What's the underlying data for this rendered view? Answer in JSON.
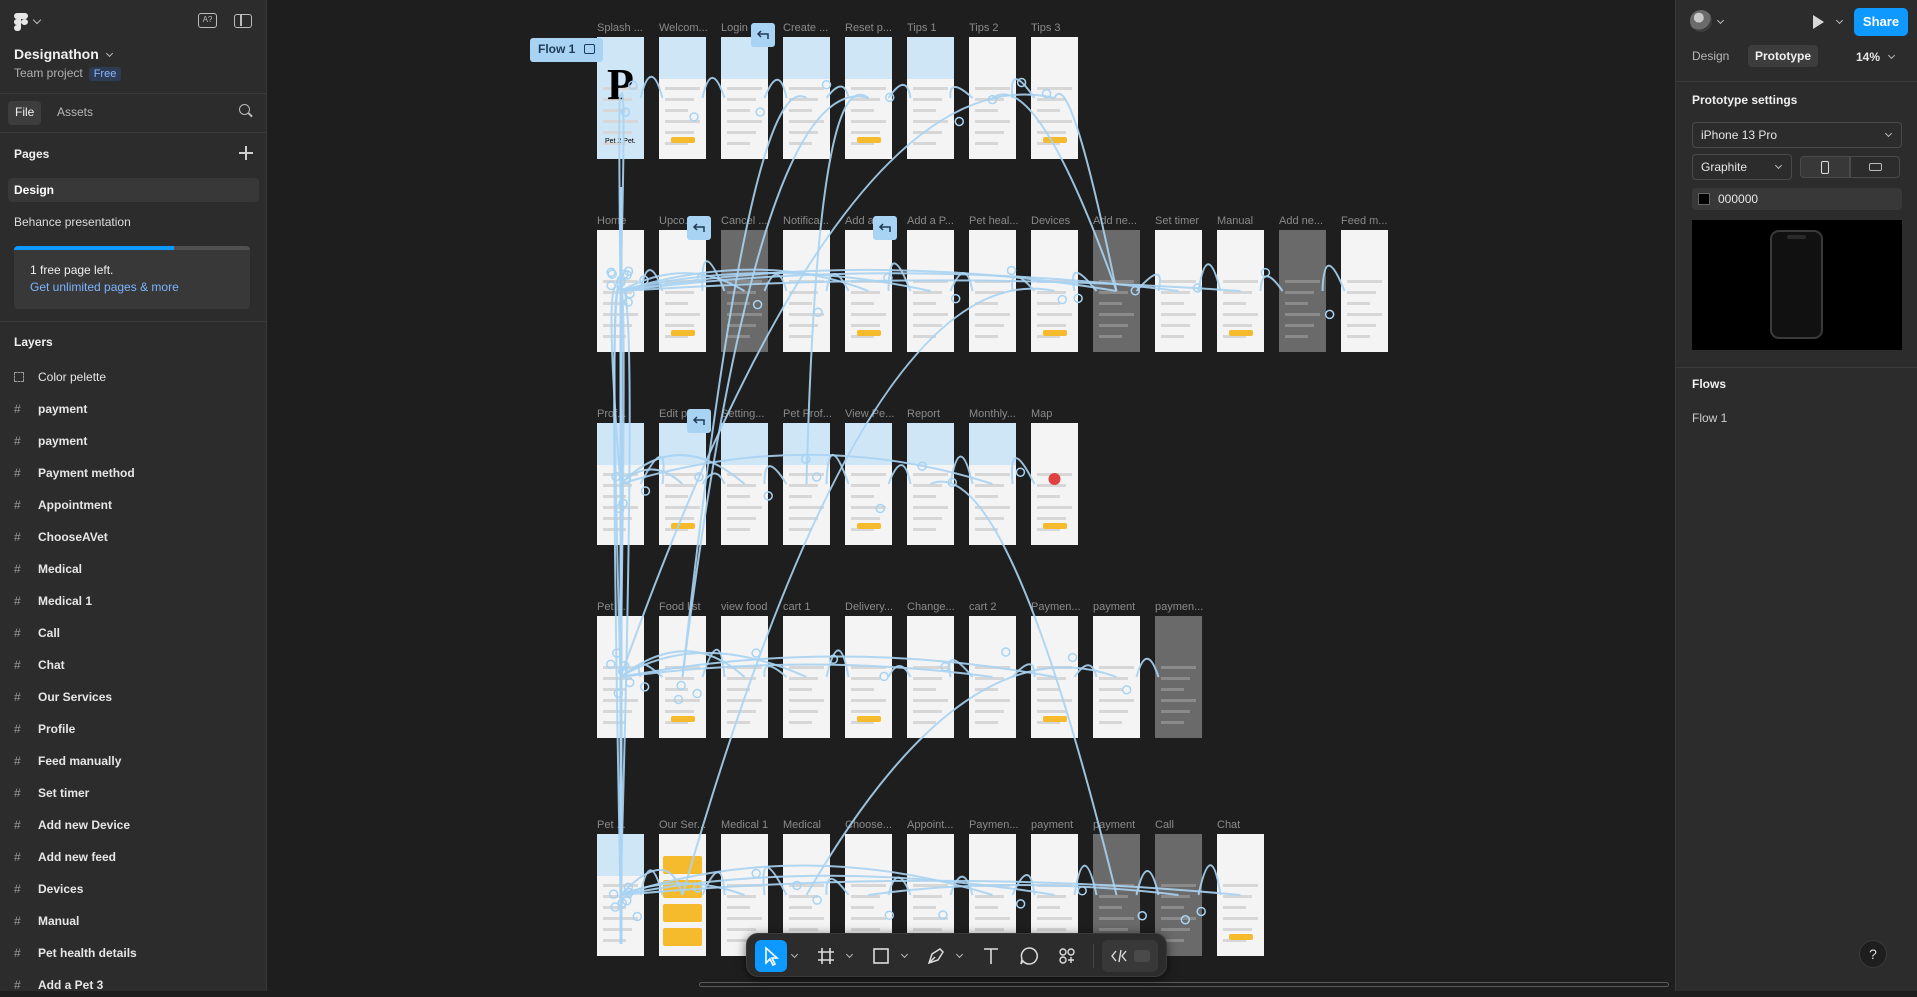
{
  "left": {
    "project_name": "Designathon",
    "team": "Team project",
    "plan_badge": "Free",
    "tabs": [
      "File",
      "Assets"
    ],
    "pages_title": "Pages",
    "pages": [
      "Design",
      "Behance presentation"
    ],
    "upsell": {
      "line1": "1 free page left.",
      "line2": "Get unlimited pages & more"
    },
    "layers_title": "Layers",
    "layers": [
      "Color pelette",
      "payment",
      "payment",
      "Payment method",
      "Appointment",
      "ChooseAVet",
      "Medical",
      "Medical 1",
      "Call",
      "Chat",
      "Our Services",
      "Profile",
      "Feed manually",
      "Set timer",
      "Add new Device",
      "Add new feed",
      "Devices",
      "Manual",
      "Pet health details",
      "Add a Pet 3"
    ]
  },
  "canvas": {
    "flow_label": "Flow 1",
    "rows": [
      {
        "labels": [
          "Splash ...",
          "Welcom...",
          "Login",
          "Create ...",
          "Reset p...",
          "Tips 1",
          "Tips 2",
          "Tips 3"
        ]
      },
      {
        "labels": [
          "Home",
          "Upco...",
          "Cancel ...",
          "Notifica...",
          "Add a...",
          "Add a P...",
          "Pet heal...",
          "Devices",
          "Add ne...",
          "Set timer",
          "Manual",
          "Add ne...",
          "Feed m..."
        ]
      },
      {
        "labels": [
          "Prof...",
          "Edit pr...",
          "Setting...",
          "Pet Prof...",
          "View Pe...",
          "Report",
          "Monthly...",
          "Map"
        ]
      },
      {
        "labels": [
          "Pet ...",
          "Food list",
          "view food",
          "cart 1",
          "Delivery...",
          "Change...",
          "cart 2",
          "Paymen...",
          "payment",
          "paymen..."
        ]
      },
      {
        "labels": [
          "Pet ...",
          "Our Ser...",
          "Medical 1",
          "Medical",
          "Choose...",
          "Appoint...",
          "Paymen...",
          "payment",
          "payment",
          "Call",
          "Chat"
        ]
      }
    ],
    "splash_text": "Pet 2 Pet."
  },
  "right": {
    "share_label": "Share",
    "tabs": [
      "Design",
      "Prototype"
    ],
    "zoom": "14%",
    "prototype_settings_title": "Prototype settings",
    "device": "iPhone 13 Pro",
    "model": "Graphite",
    "bg_color": "000000",
    "flows_title": "Flows",
    "flows": [
      "Flow 1"
    ],
    "help": "?"
  },
  "colors": {
    "accent": "#0d99ff",
    "flow": "#a8d3f2",
    "panel": "#2c2c2c",
    "canvas": "#1e1e1e"
  }
}
